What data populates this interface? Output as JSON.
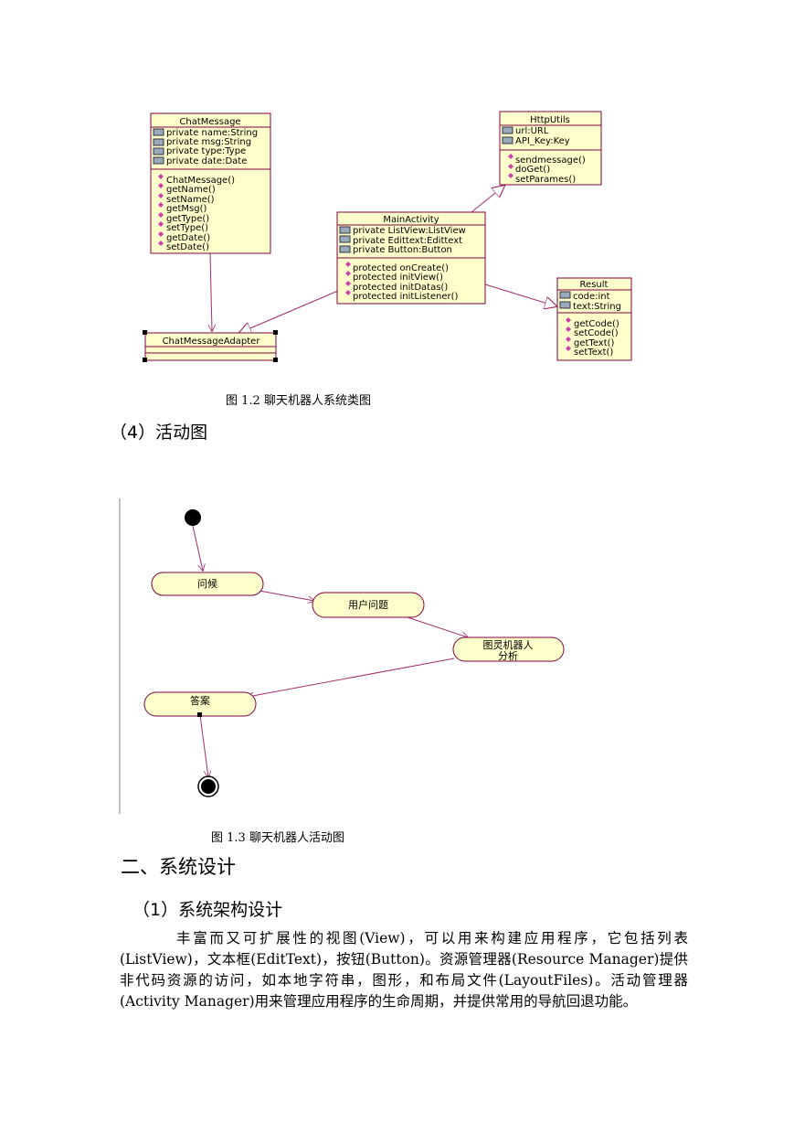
{
  "class_diagram": {
    "chat_message": {
      "name": "ChatMessage",
      "attributes": [
        "private name:String",
        "private msg:String",
        "private type:Type",
        "private date:Date"
      ],
      "operations": [
        "ChatMessage()",
        "getName()",
        "setName()",
        "getMsg()",
        "getType()",
        "setType()",
        "getDate()",
        "setDate()"
      ]
    },
    "http_utils": {
      "name": "HttpUtils",
      "attributes": [
        "url:URL",
        "API_Key:Key"
      ],
      "operations": [
        "sendmessage()",
        "doGet()",
        "setParames()"
      ]
    },
    "main_activity": {
      "name": "MainActivity",
      "attributes": [
        "private ListView:ListView",
        "private Edittext:Edittext",
        "private Button:Button"
      ],
      "operations": [
        "protected onCreate()",
        "protected initView()",
        "protected initDatas()",
        "protected initListener()"
      ]
    },
    "result": {
      "name": "Result",
      "attributes": [
        "code:int",
        "text:String"
      ],
      "operations": [
        "getCode()",
        "setCode()",
        "getText()",
        "setText()"
      ]
    },
    "adapter": {
      "name": "ChatMessageAdapter"
    }
  },
  "caption_1": "图 1.2  聊天机器人系统类图",
  "heading_activity": "（4）活动图",
  "activity_diagram": {
    "states": [
      "问候",
      "用户问题",
      "图灵机器人",
      "分析",
      "答案"
    ]
  },
  "caption_2": "图 1.3  聊天机器人活动图",
  "heading_section": "二、系统设计",
  "heading_arch": "（1）系统架构设计",
  "paragraph": "丰富而又可扩展性的视图(View)，可以用来构建应用程序，它包括列表(ListView)，文本框(EditText)，按钮(Button)。资源管理器(Resource Manager)提供非代码资源的访问，如本地字符串，图形，和布局文件(LayoutFiles)。活动管理器(Activity Manager)用来管理应用程序的生命周期，并提供常用的导航回退功能。",
  "colors": {
    "uml_fill": "#ffffcc",
    "uml_border": "#800040",
    "arrow": "#a0306a"
  }
}
